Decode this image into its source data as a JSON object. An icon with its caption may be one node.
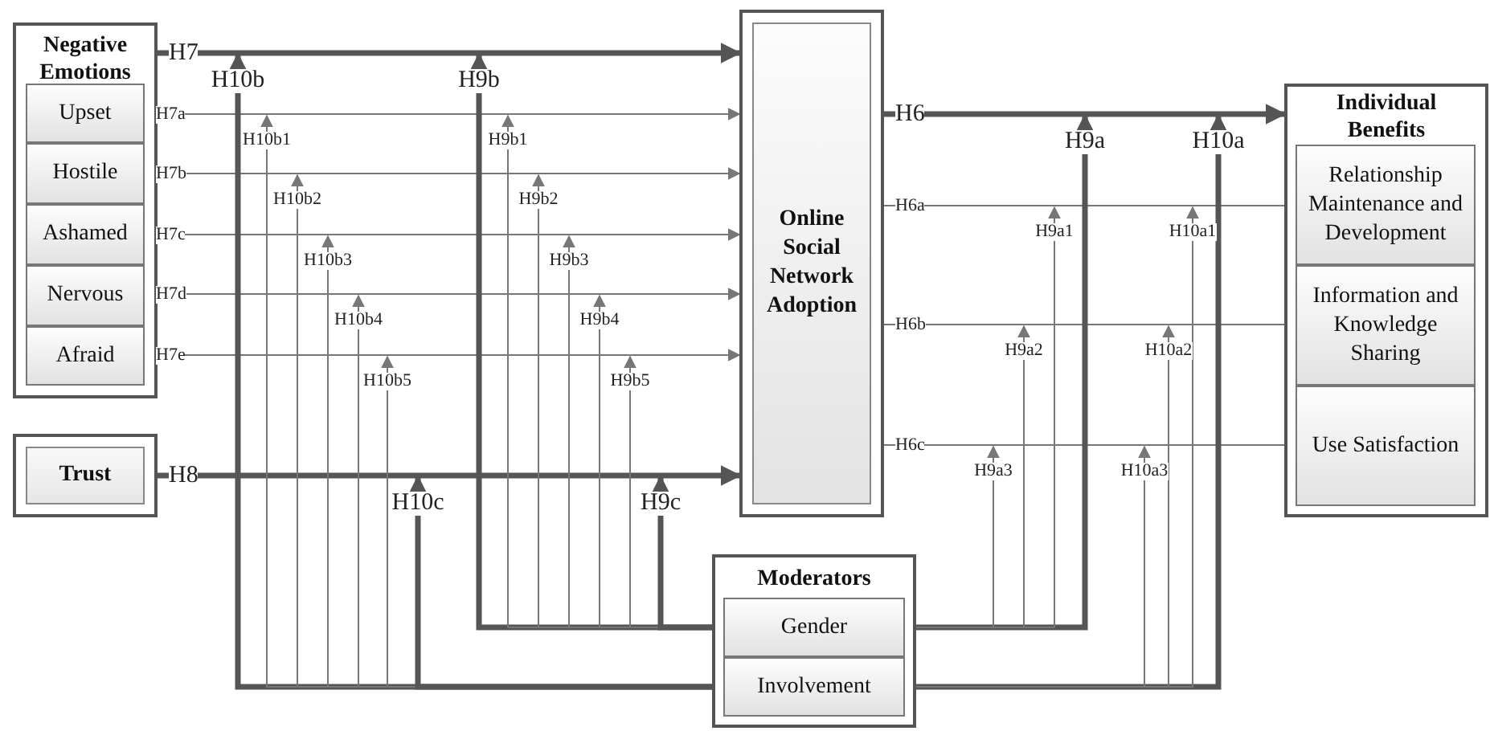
{
  "diagram": {
    "nodes": [
      {
        "text": [
          "Negative Emotions"
        ]
      },
      {
        "text": [
          "Upset"
        ],
        "in": 0
      },
      {
        "text": [
          "Hostile"
        ],
        "in": 0
      },
      {
        "text": [
          "Ashamed"
        ],
        "in": 0
      },
      {
        "text": [
          "Nervous"
        ],
        "in": 0
      },
      {
        "text": [
          "Afraid"
        ],
        "in": 0
      },
      {
        "text": [
          "Trust"
        ]
      },
      {
        "text": [
          "Online Social Network Adoption"
        ]
      },
      {
        "text": [
          "Moderators"
        ]
      },
      {
        "text": [
          "Gender"
        ],
        "in": 8
      },
      {
        "text": [
          "Involvement"
        ],
        "in": 8
      },
      {
        "text": [
          "Individual Benefits"
        ]
      },
      {
        "text": [
          "Relationship Maintenance and Development"
        ],
        "in": 11
      },
      {
        "text": [
          "Information and Knowledge Sharing"
        ],
        "in": 11
      },
      {
        "text": [
          "Use Satisfaction"
        ],
        "in": 11
      }
    ],
    "edges": [
      {
        "from": 0,
        "to": 7,
        "arrow": "to",
        "label": "H7",
        "style": "thick"
      },
      {
        "from": 1,
        "to": 7,
        "arrow": "to",
        "label": "H7a"
      },
      {
        "from": 2,
        "to": 7,
        "arrow": "to",
        "label": "H7b"
      },
      {
        "from": 3,
        "to": 7,
        "arrow": "to",
        "label": "H7c"
      },
      {
        "from": 4,
        "to": 7,
        "arrow": "to",
        "label": "H7d"
      },
      {
        "from": 5,
        "to": 7,
        "arrow": "to",
        "label": "H7e"
      },
      {
        "from": 6,
        "to": 7,
        "arrow": "to",
        "label": "H8",
        "style": "thick"
      },
      {
        "from": 7,
        "to": 11,
        "arrow": "to",
        "label": "H6",
        "style": "thick"
      },
      {
        "from": 7,
        "to": 12,
        "arrow": "to",
        "label": "H6a"
      },
      {
        "from": 7,
        "to": 13,
        "arrow": "to",
        "label": "H6b"
      },
      {
        "from": 7,
        "to": 14,
        "arrow": "to",
        "label": "H6c"
      },
      {
        "from": 10,
        "to": null,
        "arrow": "to",
        "label": "H10b",
        "style": "thick"
      },
      {
        "from": 10,
        "to": null,
        "arrow": "to",
        "label": "H10b1"
      },
      {
        "from": 10,
        "to": null,
        "arrow": "to",
        "label": "H10b2"
      },
      {
        "from": 10,
        "to": null,
        "arrow": "to",
        "label": "H10b3"
      },
      {
        "from": 10,
        "to": null,
        "arrow": "to",
        "label": "H10b4"
      },
      {
        "from": 10,
        "to": null,
        "arrow": "to",
        "label": "H10b5"
      },
      {
        "from": 9,
        "to": null,
        "arrow": "to",
        "label": "H9b",
        "style": "thick"
      },
      {
        "from": 9,
        "to": null,
        "arrow": "to",
        "label": "H9b1"
      },
      {
        "from": 9,
        "to": null,
        "arrow": "to",
        "label": "H9b2"
      },
      {
        "from": 9,
        "to": null,
        "arrow": "to",
        "label": "H9b3"
      },
      {
        "from": 9,
        "to": null,
        "arrow": "to",
        "label": "H9b4"
      },
      {
        "from": 9,
        "to": null,
        "arrow": "to",
        "label": "H9b5"
      },
      {
        "from": 10,
        "to": null,
        "arrow": "to",
        "label": "H10c",
        "style": "thick"
      },
      {
        "from": 9,
        "to": null,
        "arrow": "to",
        "label": "H9c",
        "style": "thick"
      },
      {
        "from": 9,
        "to": null,
        "arrow": "to",
        "label": "H9a",
        "style": "thick"
      },
      {
        "from": 9,
        "to": null,
        "arrow": "to",
        "label": "H9a1"
      },
      {
        "from": 9,
        "to": null,
        "arrow": "to",
        "label": "H9a2"
      },
      {
        "from": 9,
        "to": null,
        "arrow": "to",
        "label": "H9a3"
      },
      {
        "from": 10,
        "to": null,
        "arrow": "to",
        "label": "H10a",
        "style": "thick"
      },
      {
        "from": 10,
        "to": null,
        "arrow": "to",
        "label": "H10a1"
      },
      {
        "from": 10,
        "to": null,
        "arrow": "to",
        "label": "H10a2"
      },
      {
        "from": 10,
        "to": null,
        "arrow": "to",
        "label": "H10a3"
      }
    ]
  }
}
